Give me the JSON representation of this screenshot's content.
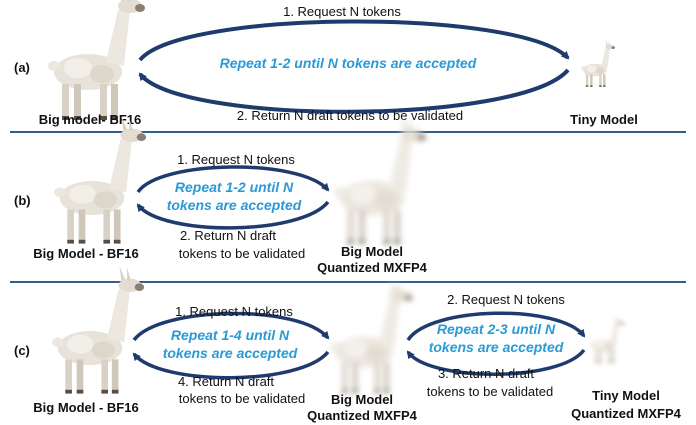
{
  "colors": {
    "arrow": "#1f3b6e",
    "loop_text": "#2a9ad6",
    "divider": "#2f5f8f",
    "text": "#111111"
  },
  "panel_a": {
    "tag": "(a)",
    "request": "1. Request N tokens",
    "loop": "Repeat 1-2 until N tokens are accepted",
    "return": "2. Return N draft tokens to be validated",
    "big_label": "Big model- BF16",
    "tiny_label": "Tiny Model"
  },
  "panel_b": {
    "tag": "(b)",
    "request": "1. Request N tokens",
    "loop_line1": "Repeat 1-2 until N",
    "loop_line2": "tokens are accepted",
    "return_line1": "2. Return N draft",
    "return_line2": "tokens to be validated",
    "big_label": "Big Model - BF16",
    "quant_label_line1": "Big Model",
    "quant_label_line2": "Quantized MXFP4"
  },
  "panel_c": {
    "tag": "(c)",
    "request1": "1. Request N tokens",
    "loop1_line1": "Repeat 1-4 until N",
    "loop1_line2": "tokens are accepted",
    "return1_line1": "4. Return N draft",
    "return1_line2": "tokens to be validated",
    "request2": "2. Request N tokens",
    "loop2_line1": "Repeat 2-3 until N",
    "loop2_line2": "tokens are accepted",
    "return2_line1": "3. Return N draft",
    "return2_line2": "tokens to be validated",
    "big_label": "Big Model - BF16",
    "mid_label_line1": "Big Model",
    "mid_label_line2": "Quantized MXFP4",
    "tiny_label_line1": "Tiny Model",
    "tiny_label_line2": "Quantized MXFP4"
  }
}
